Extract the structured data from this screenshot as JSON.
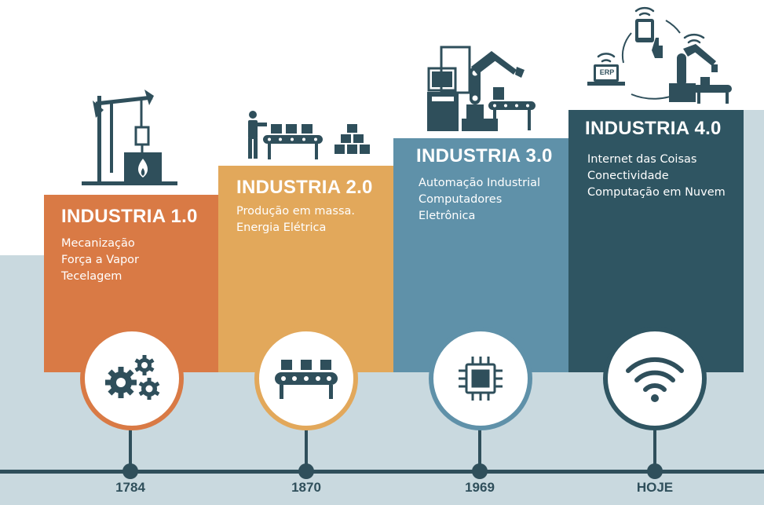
{
  "colors": {
    "orange": "#d97a45",
    "yellow": "#e2a85b",
    "blue": "#5f91a9",
    "dark": "#2f5562",
    "navy": "#2f4f5b",
    "background_band": "#c9d9df"
  },
  "stages": [
    {
      "title": "INDUSTRIA 1.0",
      "items": [
        "Mecanização",
        "Força a Vapor",
        "Tecelagem"
      ],
      "year": "1784",
      "icon": "gears-icon",
      "illustration": "steam-engine-icon"
    },
    {
      "title": "INDUSTRIA 2.0",
      "items": [
        "Produção em massa.",
        "Energia Elétrica"
      ],
      "year": "1870",
      "icon": "conveyor-belt-icon",
      "illustration": "worker-assembly-line-icon"
    },
    {
      "title": "INDUSTRIA 3.0",
      "items": [
        "Automação Industrial",
        "Computadores",
        "Eletrônica"
      ],
      "year": "1969",
      "icon": "microchip-icon",
      "illustration": "robot-arm-computer-icon"
    },
    {
      "title": "INDUSTRIA 4.0",
      "items": [
        "Internet das Coisas",
        "Conectividade",
        "Computação em Nuvem"
      ],
      "year": "HOJE",
      "icon": "wifi-icon",
      "illustration": "iot-network-icon",
      "erp_label": "ERP"
    }
  ]
}
